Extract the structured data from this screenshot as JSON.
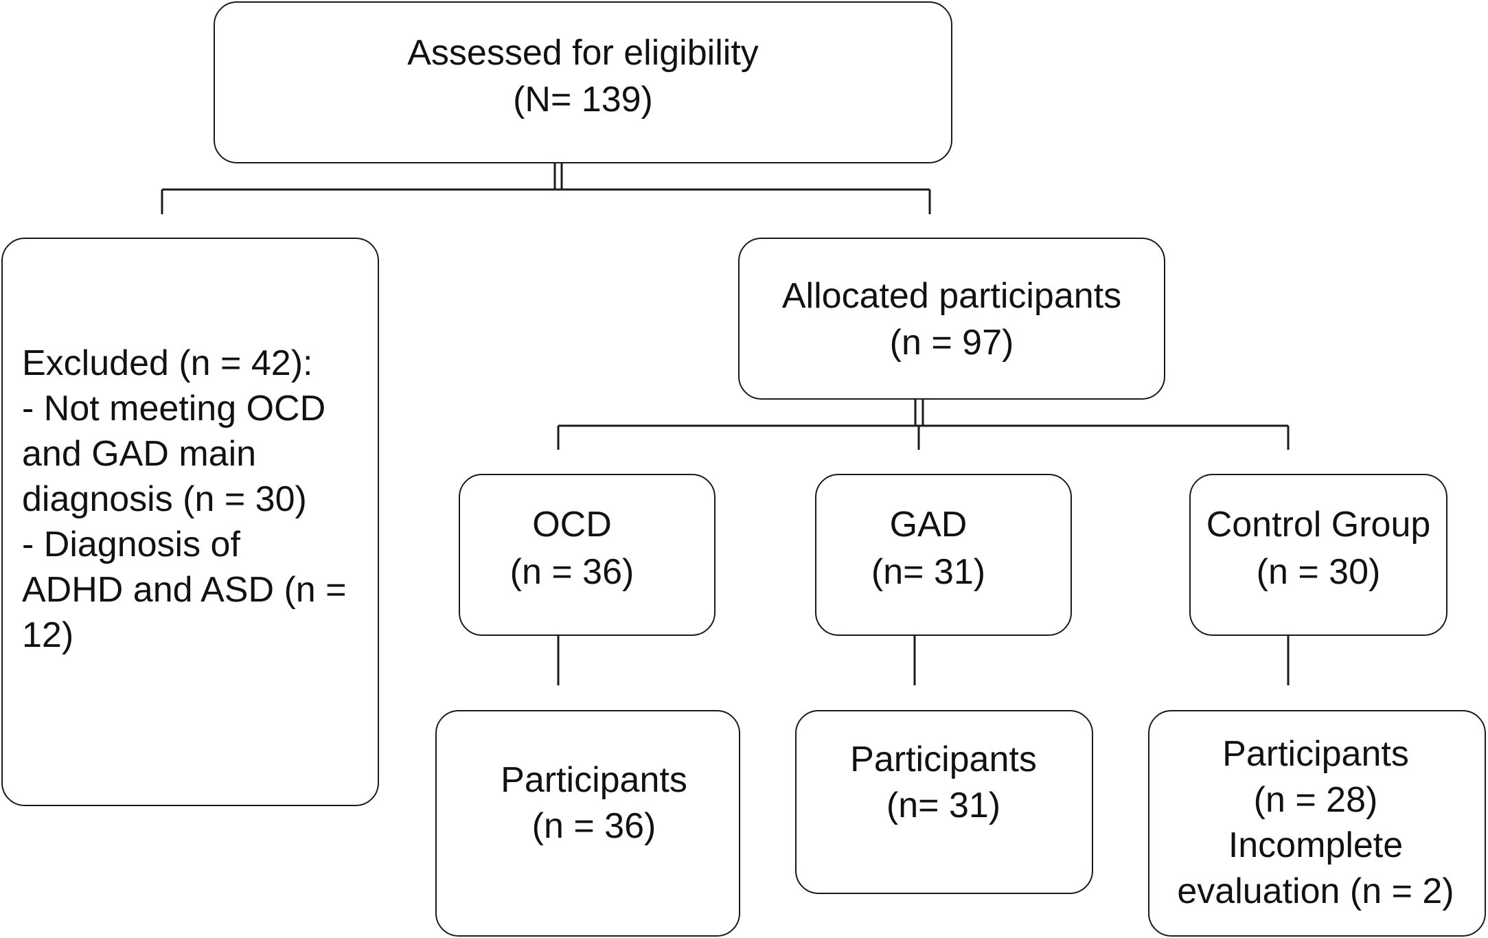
{
  "assessed": {
    "line1": "Assessed  for eligibility",
    "line2": "(N= 139)"
  },
  "excluded": {
    "lines": [
      "Excluded (n = 42):",
      "- Not meeting OCD",
      "and GAD main",
      "diagnosis (n = 30)",
      "- Diagnosis of",
      "ADHD and ASD (n =",
      "12)"
    ]
  },
  "allocated": {
    "line1": "Allocated participants",
    "line2": "(n = 97)"
  },
  "groups": [
    {
      "line1": "OCD",
      "line2": "(n = 36)"
    },
    {
      "line1": "GAD",
      "line2": "(n= 31)"
    },
    {
      "line1": "Control Group",
      "line2": "(n = 30)"
    }
  ],
  "outcomes": [
    {
      "lines": [
        "Participants",
        "(n = 36)"
      ]
    },
    {
      "lines": [
        "Participants",
        "(n= 31)"
      ]
    },
    {
      "lines": [
        "Participants",
        "(n = 28)",
        "Incomplete",
        "evaluation (n = 2)"
      ]
    }
  ]
}
